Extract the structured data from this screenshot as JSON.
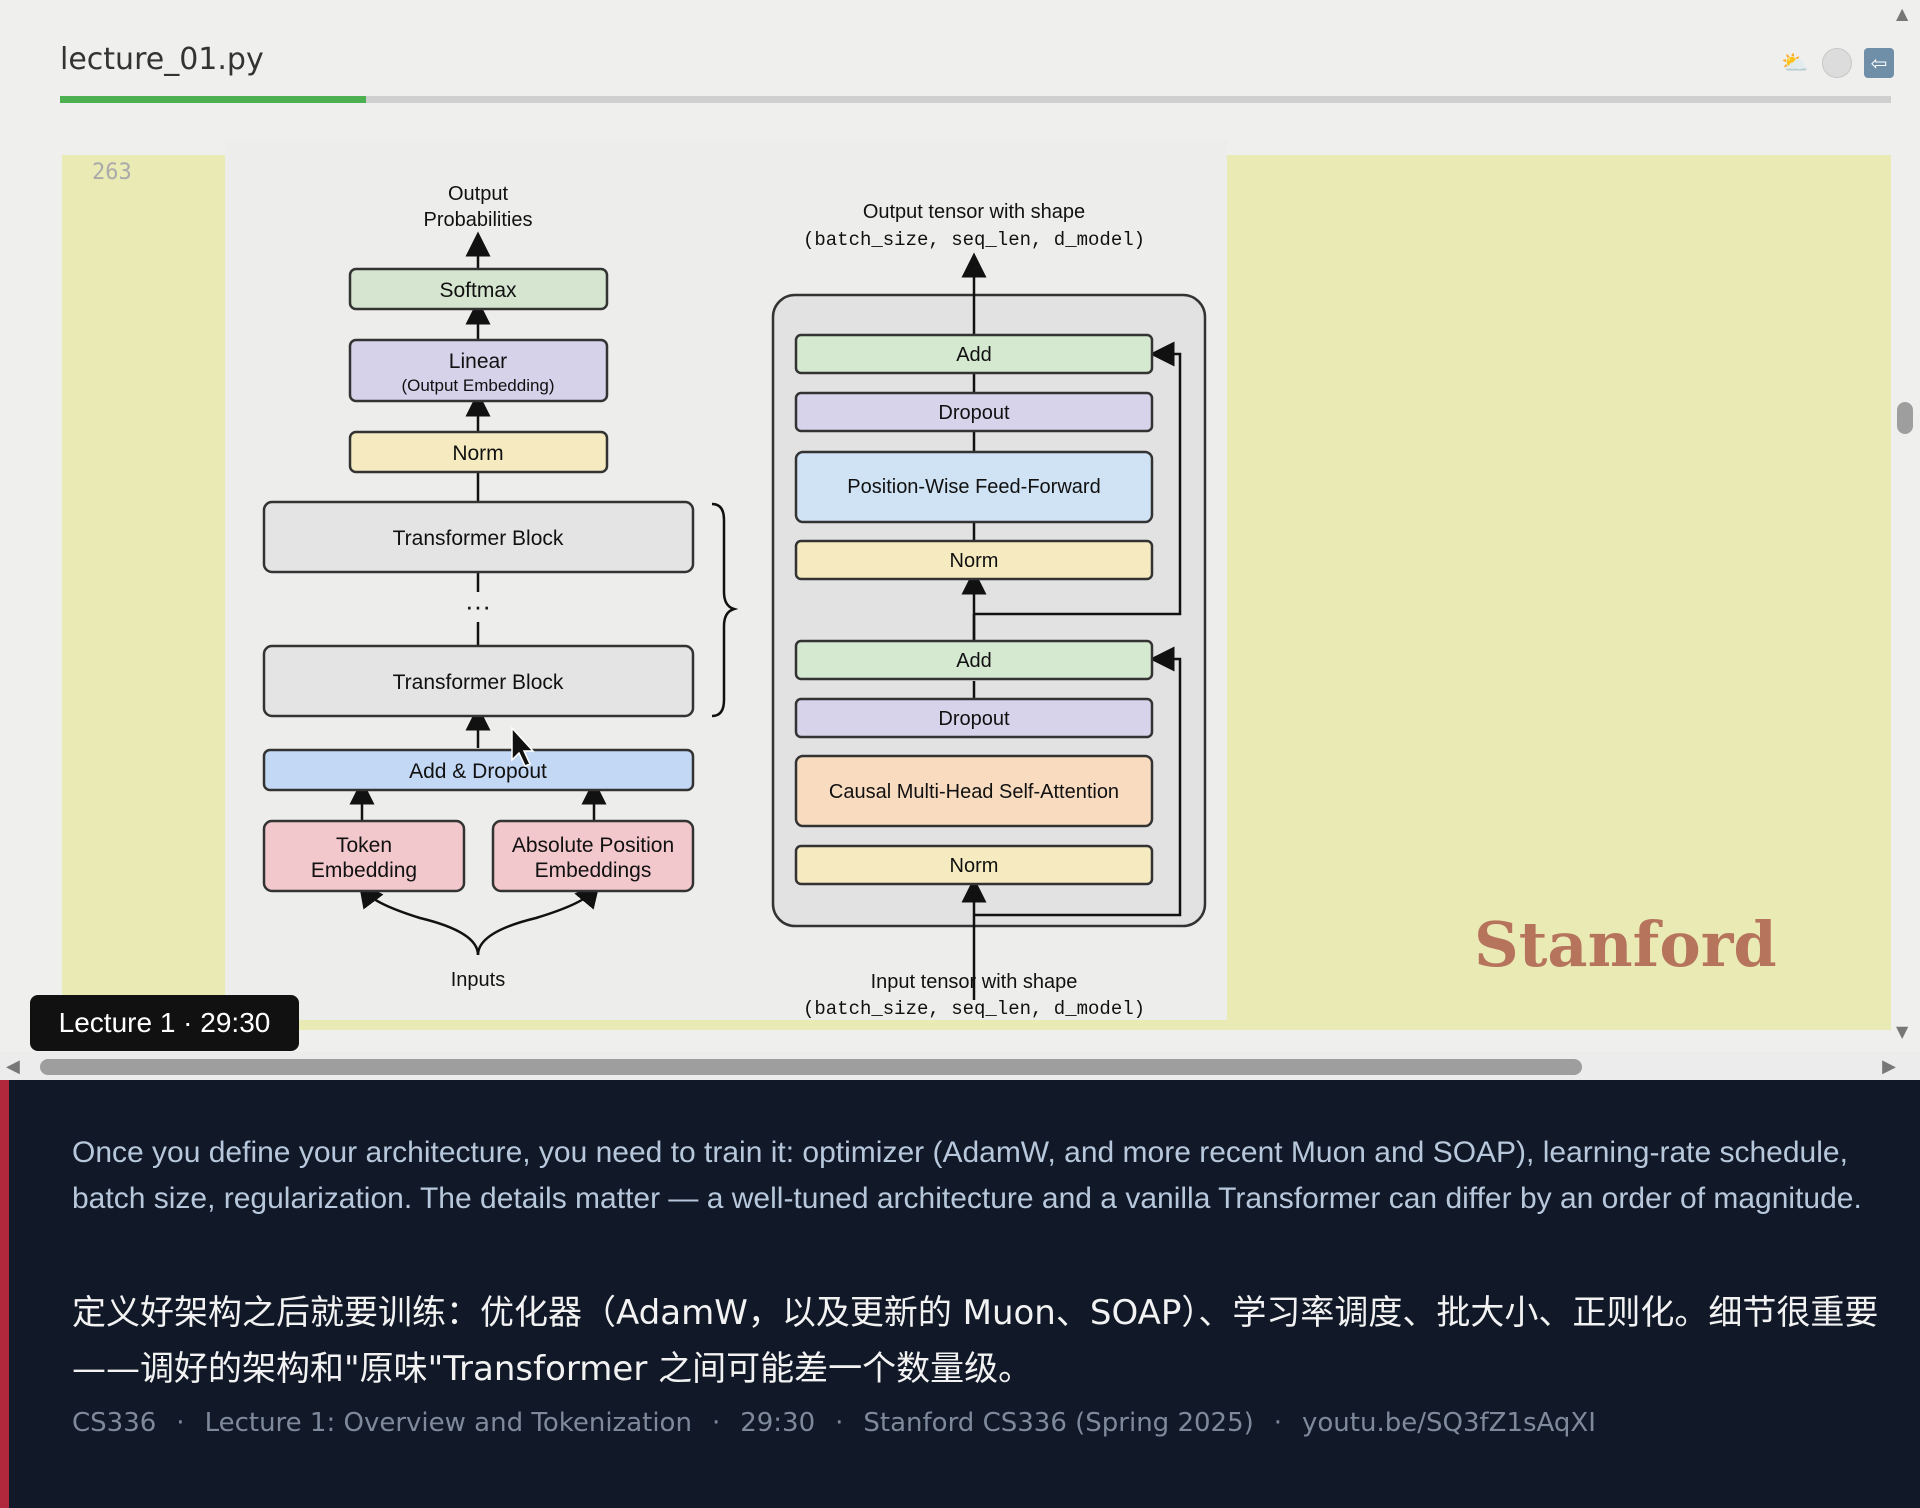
{
  "file": {
    "title": "lecture_01.py"
  },
  "progress": {
    "fraction": 0.167
  },
  "code": {
    "line_number": "263"
  },
  "diagram": {
    "left": {
      "output_label": "Output",
      "output_label2": "Probabilities",
      "softmax": "Softmax",
      "linear": "Linear",
      "linear_sub": "(Output Embedding)",
      "norm": "Norm",
      "transformer_block": "Transformer Block",
      "ellipsis": "···",
      "add_dropout": "Add & Dropout",
      "token_embedding_1": "Token",
      "token_embedding_2": "Embedding",
      "abs_pos_1": "Absolute Position",
      "abs_pos_2": "Embeddings",
      "inputs": "Inputs"
    },
    "right": {
      "output_label": "Output tensor with shape",
      "output_shape": "(batch_size, seq_len, d_model)",
      "add": "Add",
      "dropout": "Dropout",
      "ffn": "Position-Wise Feed-Forward",
      "norm": "Norm",
      "attention": "Causal Multi-Head Self-Attention",
      "input_label": "Input tensor with shape",
      "input_shape": "(batch_size, seq_len, d_model)"
    }
  },
  "brand": {
    "logo_text": "Stanford"
  },
  "badge": {
    "text": "Lecture 1 · 29:30"
  },
  "caption": {
    "english": "Once you define your architecture, you need to train it: optimizer (AdamW, and more recent Muon and SOAP), learning-rate schedule, batch size, regularization. The details matter — a well-tuned architecture and a vanilla Transformer can differ by an order of magnitude.",
    "chinese": "定义好架构之后就要训练：优化器（AdamW，以及更新的 Muon、SOAP）、学习率调度、批大小、正则化。细节很重要——调好的架构和\"原味\"Transformer 之间可能差一个数量级。"
  },
  "meta": {
    "course": "CS336",
    "lecture": "Lecture 1: Overview and Tokenization",
    "time": "29:30",
    "source": "Stanford CS336 (Spring 2025)",
    "link": "youtu.be/SQ3fZ1sAqXI",
    "separator": "·"
  },
  "colors": {
    "softmax": "#d6e5cf",
    "linear": "#d5d2ea",
    "norm": "#f6ebc0",
    "block": "#e4e4e4",
    "add_dropout": "#c3d8f4",
    "embedding": "#f2c8cc",
    "add": "#d5e8d0",
    "dropout": "#d6d3ea",
    "ffn": "#cfe3f5",
    "attention": "#f9dcc0",
    "caption_bg": "#111827",
    "accent": "#b1283c",
    "progress": "#4caf50"
  }
}
